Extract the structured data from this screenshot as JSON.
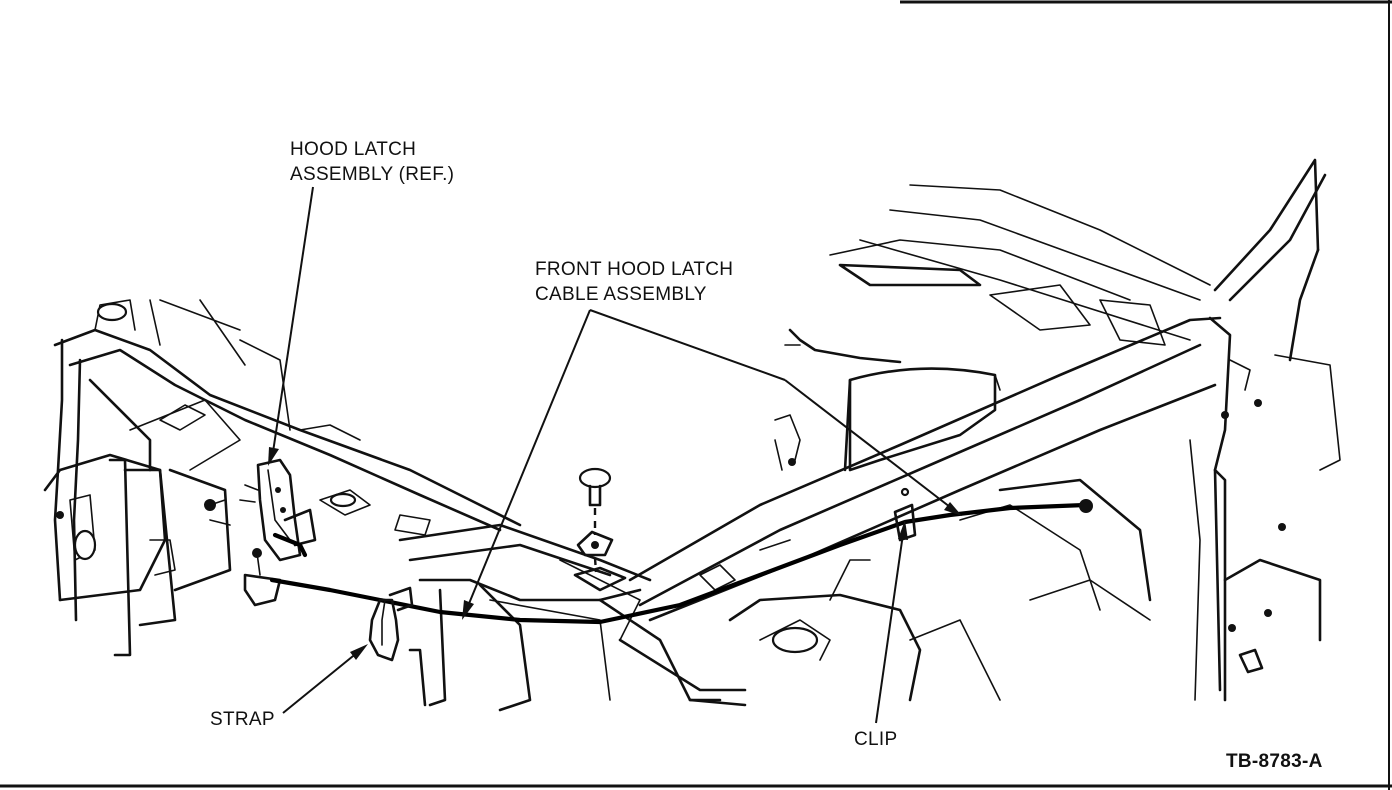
{
  "diagram": {
    "labels": {
      "hood_latch_line1": "HOOD LATCH",
      "hood_latch_line2": "ASSEMBLY (REF.)",
      "cable_line1": "FRONT HOOD LATCH",
      "cable_line2": "CABLE ASSEMBLY",
      "strap": "STRAP",
      "clip": "CLIP",
      "figure_code": "TB-8783-A"
    }
  }
}
